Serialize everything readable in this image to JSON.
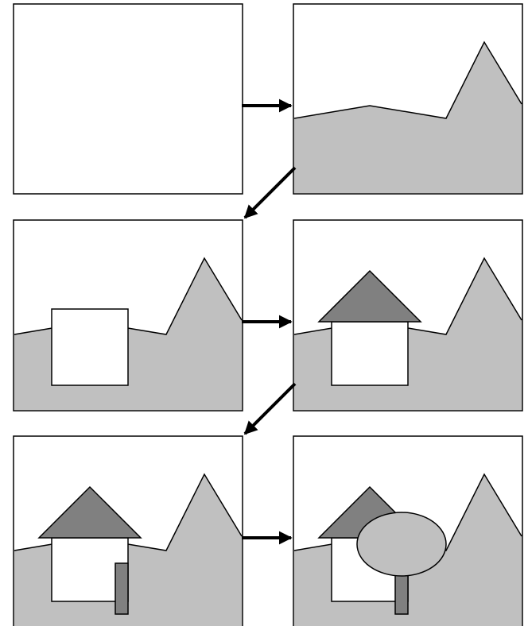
{
  "diagram": {
    "description_visible_text": [],
    "colors": {
      "frame_border": "#000000",
      "background": "#ffffff",
      "ground": "#c0c0c0",
      "roof": "#808080",
      "house_wall": "#ffffff",
      "tree_foliage": "#c0c0c0",
      "tree_trunk": "#808080",
      "arrow": "#000000"
    },
    "panels": [
      {
        "step": 1,
        "elements": []
      },
      {
        "step": 2,
        "elements": [
          "ground"
        ]
      },
      {
        "step": 3,
        "elements": [
          "ground",
          "house-wall"
        ]
      },
      {
        "step": 4,
        "elements": [
          "ground",
          "house-wall",
          "roof"
        ]
      },
      {
        "step": 5,
        "elements": [
          "ground",
          "house-wall",
          "roof",
          "post"
        ]
      },
      {
        "step": 6,
        "elements": [
          "ground",
          "house-wall",
          "roof",
          "tree-trunk",
          "tree-foliage"
        ]
      }
    ],
    "arrows": [
      {
        "from": 1,
        "to": 2,
        "direction": "right"
      },
      {
        "from": 2,
        "to": 3,
        "direction": "down-left"
      },
      {
        "from": 3,
        "to": 4,
        "direction": "right"
      },
      {
        "from": 4,
        "to": 5,
        "direction": "down-left"
      },
      {
        "from": 5,
        "to": 6,
        "direction": "right"
      }
    ]
  }
}
